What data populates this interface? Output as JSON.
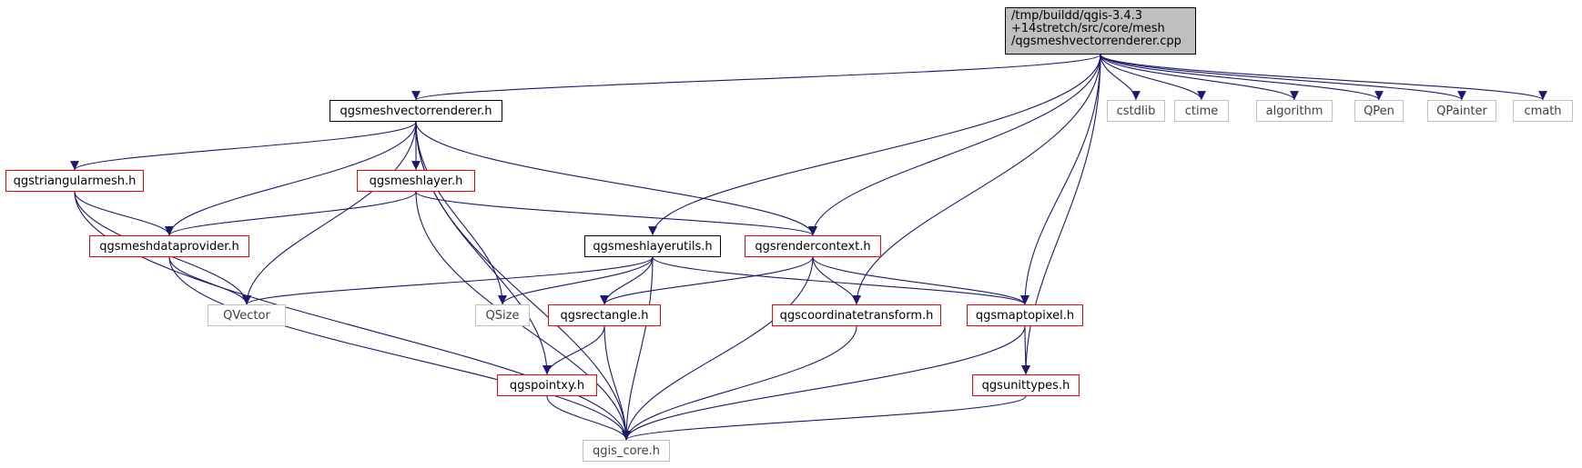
{
  "colors": {
    "edge": "#191970",
    "root_fill": "#bfbfbf",
    "black_border": "#000000",
    "red_border": "#ff0000",
    "gray_border": "#bfbfbf"
  },
  "nodes": {
    "root": {
      "lines": [
        "/tmp/buildd/qgis-3.4.3",
        "+14stretch/src/core/mesh",
        "/qgsmeshvectorrenderer.cpp"
      ],
      "style": "root"
    },
    "vr_h": {
      "label": "qgsmeshvectorrenderer.h",
      "style": "black"
    },
    "cstdlib": {
      "label": "cstdlib",
      "style": "gray"
    },
    "ctime": {
      "label": "ctime",
      "style": "gray"
    },
    "algorithm": {
      "label": "algorithm",
      "style": "gray"
    },
    "qpen": {
      "label": "QPen",
      "style": "gray"
    },
    "qpainter": {
      "label": "QPainter",
      "style": "gray"
    },
    "cmath": {
      "label": "cmath",
      "style": "gray"
    },
    "tri_h": {
      "label": "qgstriangularmesh.h",
      "style": "red"
    },
    "layer_h": {
      "label": "qgsmeshlayer.h",
      "style": "red"
    },
    "dp_h": {
      "label": "qgsmeshdataprovider.h",
      "style": "red"
    },
    "lu_h": {
      "label": "qgsmeshlayerutils.h",
      "style": "black"
    },
    "rc_h": {
      "label": "qgsrendercontext.h",
      "style": "red"
    },
    "qvector": {
      "label": "QVector",
      "style": "gray"
    },
    "qsize": {
      "label": "QSize",
      "style": "gray"
    },
    "rect_h": {
      "label": "qgsrectangle.h",
      "style": "red"
    },
    "ct_h": {
      "label": "qgscoordinatetransform.h",
      "style": "red"
    },
    "m2p_h": {
      "label": "qgsmaptopixel.h",
      "style": "red"
    },
    "pxy_h": {
      "label": "qgspointxy.h",
      "style": "red"
    },
    "ut_h": {
      "label": "qgsunittypes.h",
      "style": "red"
    },
    "core_h": {
      "label": "qgis_core.h",
      "style": "gray"
    }
  },
  "edges": [
    [
      "root",
      "vr_h"
    ],
    [
      "root",
      "cstdlib"
    ],
    [
      "root",
      "ctime"
    ],
    [
      "root",
      "algorithm"
    ],
    [
      "root",
      "qpen"
    ],
    [
      "root",
      "qpainter"
    ],
    [
      "root",
      "cmath"
    ],
    [
      "root",
      "lu_h"
    ],
    [
      "root",
      "rc_h"
    ],
    [
      "root",
      "ct_h"
    ],
    [
      "root",
      "m2p_h"
    ],
    [
      "root",
      "ut_h"
    ],
    [
      "vr_h",
      "tri_h"
    ],
    [
      "vr_h",
      "dp_h"
    ],
    [
      "vr_h",
      "layer_h"
    ],
    [
      "vr_h",
      "qvector"
    ],
    [
      "vr_h",
      "core_h"
    ],
    [
      "vr_h",
      "pxy_h"
    ],
    [
      "vr_h",
      "qsize"
    ],
    [
      "vr_h",
      "rc_h"
    ],
    [
      "tri_h",
      "dp_h"
    ],
    [
      "tri_h",
      "qvector"
    ],
    [
      "tri_h",
      "core_h"
    ],
    [
      "layer_h",
      "dp_h"
    ],
    [
      "layer_h",
      "rc_h"
    ],
    [
      "layer_h",
      "core_h"
    ],
    [
      "dp_h",
      "qvector"
    ],
    [
      "dp_h",
      "core_h"
    ],
    [
      "lu_h",
      "qvector"
    ],
    [
      "lu_h",
      "qsize"
    ],
    [
      "lu_h",
      "rect_h"
    ],
    [
      "lu_h",
      "core_h"
    ],
    [
      "lu_h",
      "m2p_h"
    ],
    [
      "rc_h",
      "rect_h"
    ],
    [
      "rc_h",
      "ct_h"
    ],
    [
      "rc_h",
      "m2p_h"
    ],
    [
      "rc_h",
      "core_h"
    ],
    [
      "rect_h",
      "pxy_h"
    ],
    [
      "rect_h",
      "core_h"
    ],
    [
      "pxy_h",
      "core_h"
    ],
    [
      "ct_h",
      "core_h"
    ],
    [
      "m2p_h",
      "ut_h"
    ],
    [
      "m2p_h",
      "core_h"
    ],
    [
      "ut_h",
      "core_h"
    ]
  ]
}
